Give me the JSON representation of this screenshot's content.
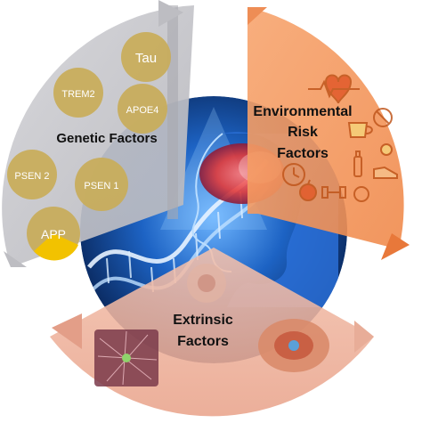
{
  "diagram": {
    "genetic": {
      "title": "Genetic Factors",
      "factors": [
        "Tau",
        "TREM2",
        "APOE4",
        "PSEN 2",
        "PSEN 1",
        "APP"
      ]
    },
    "environmental": {
      "title_lines": [
        "Environmental",
        "Risk",
        "Factors"
      ]
    },
    "extrinsic": {
      "title_lines": [
        "Extrinsic",
        "Factors"
      ]
    },
    "colors": {
      "genetic_sector": "#c7c7cc",
      "genetic_circle": "#c8ad5c",
      "environmental_sector": "#f4a06a",
      "extrinsic_sector": "#efb9a4",
      "center_bg": "#0b3d8a",
      "app_accent": "#f2c200"
    },
    "icons": [
      "heart-rate-icon",
      "no-sign-icon",
      "coffee-cup-icon",
      "clock-icon",
      "apple-icon",
      "bottle-icon",
      "shoe-icon",
      "pill-icon",
      "dumbbell-icon",
      "neuron-image",
      "brain-image",
      "head-dna-image"
    ]
  }
}
